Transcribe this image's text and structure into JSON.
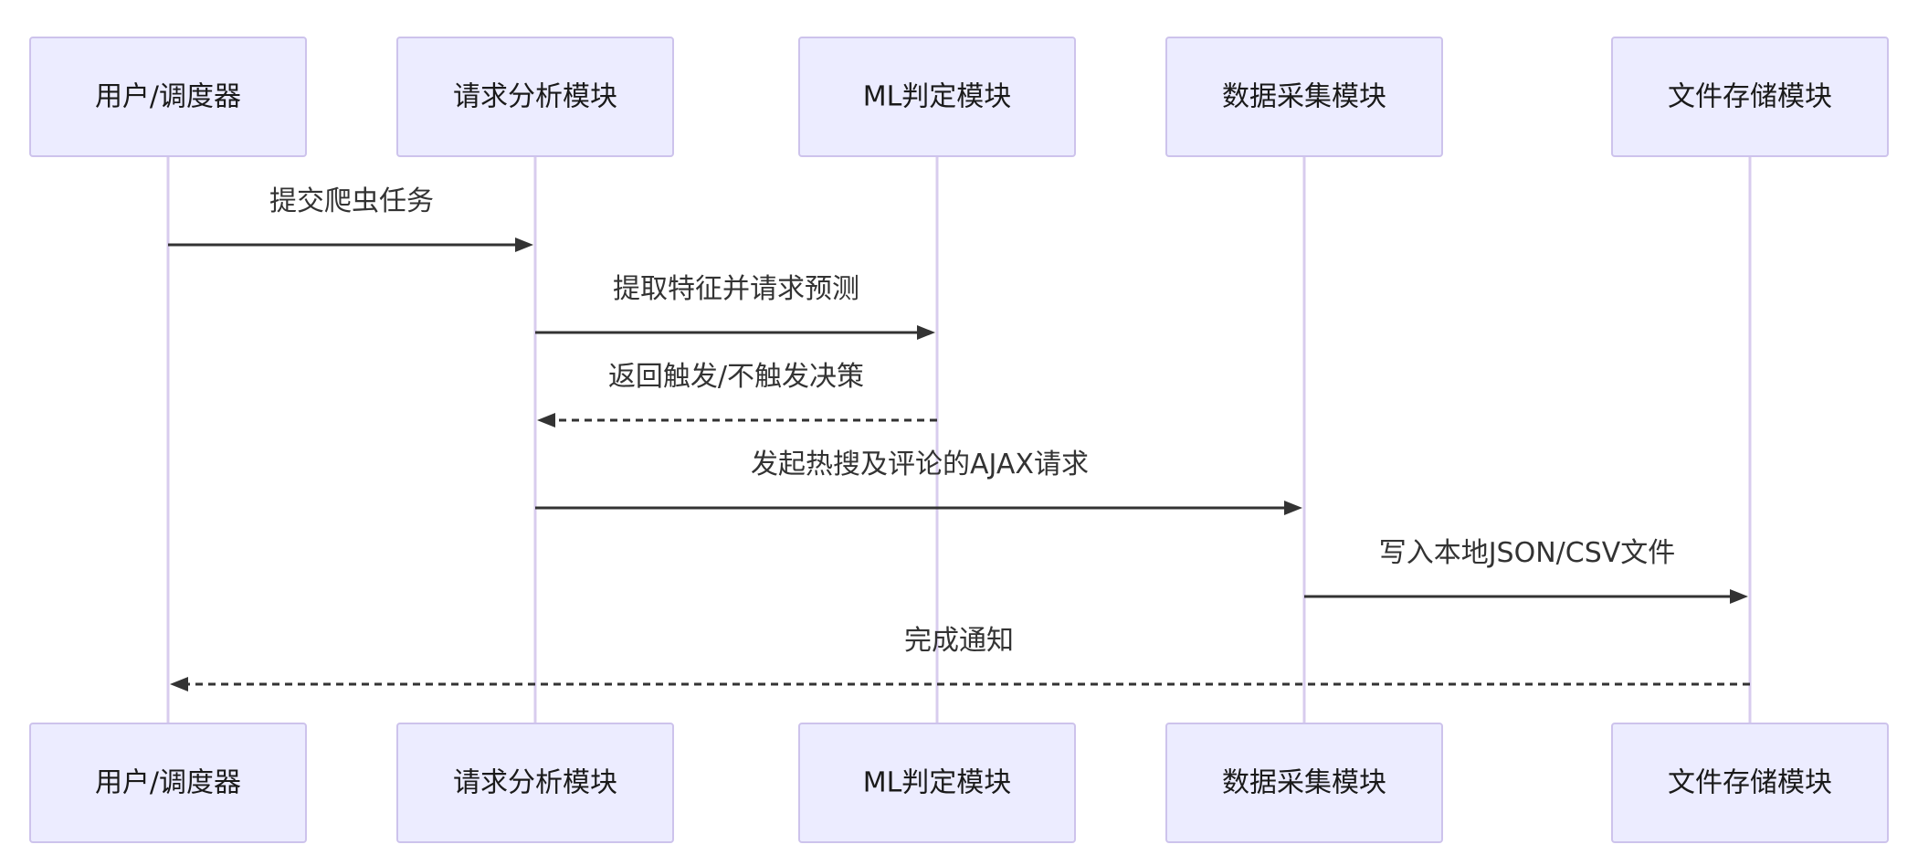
{
  "diagram": {
    "type": "sequence",
    "colors": {
      "actor_fill": "#ececff",
      "actor_border": "#cdc3ec",
      "lifeline": "#d8ccee",
      "message": "#333333"
    },
    "actors": [
      {
        "id": "user",
        "label": "用户/调度器"
      },
      {
        "id": "analyzer",
        "label": "请求分析模块"
      },
      {
        "id": "ml",
        "label": "ML判定模块"
      },
      {
        "id": "collector",
        "label": "数据采集模块"
      },
      {
        "id": "storage",
        "label": "文件存储模块"
      }
    ],
    "messages": [
      {
        "from": "user",
        "to": "analyzer",
        "label": "提交爬虫任务",
        "style": "solid"
      },
      {
        "from": "analyzer",
        "to": "ml",
        "label": "提取特征并请求预测",
        "style": "solid"
      },
      {
        "from": "ml",
        "to": "analyzer",
        "label": "返回触发/不触发决策",
        "style": "dashed"
      },
      {
        "from": "analyzer",
        "to": "collector",
        "label": "发起热搜及评论的AJAX请求",
        "style": "solid"
      },
      {
        "from": "collector",
        "to": "storage",
        "label": "写入本地JSON/CSV文件",
        "style": "solid"
      },
      {
        "from": "storage",
        "to": "user",
        "label": "完成通知",
        "style": "dashed"
      }
    ]
  }
}
